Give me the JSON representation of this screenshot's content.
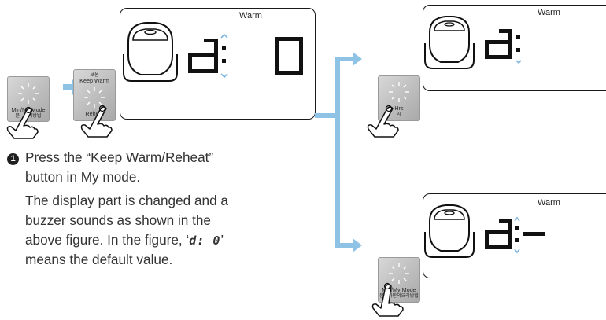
{
  "panels": {
    "main": {
      "warm_label": "Warm"
    },
    "right_top": {
      "warm_label": "Warm"
    },
    "right_bottom": {
      "warm_label": "Warm"
    }
  },
  "buttons": {
    "min_my_mode_left": {
      "label": "Min/My Mode",
      "sub": "분  ·  조리방법"
    },
    "keep_warm": {
      "top_label_kr": "보온",
      "top_label": "Keep Warm",
      "bottom_label": "Reheat"
    },
    "hrs": {
      "label": "Hrs",
      "sub": "시"
    },
    "min_my_mode_bottom": {
      "label": "Min/My Mode",
      "sub": "분 · 나만의요리방법"
    }
  },
  "instruction": {
    "step_number": "1",
    "line1": "Press the “Keep Warm/Reheat”",
    "line2": "button in My mode.",
    "line3": "The display part is changed and a",
    "line4": "buzzer sounds as shown in the",
    "line5_pre": "above figure. In the figure, ‘",
    "line5_code": "d: 0",
    "line5_post": "’",
    "line6": "means the default value."
  },
  "colors": {
    "accent_arrow": "#8fc3e6",
    "panel_border": "#1a1a1a",
    "button_gray": "#bdbdbd",
    "blink_marks": "#7fb6e0"
  }
}
